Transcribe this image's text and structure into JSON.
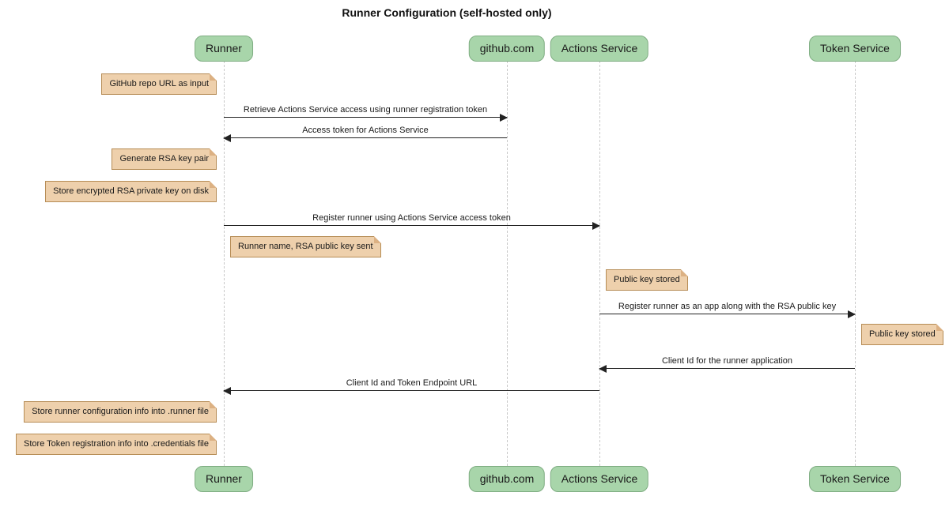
{
  "title": "Runner Configuration (self-hosted only)",
  "participants": [
    {
      "id": "runner",
      "label": "Runner"
    },
    {
      "id": "github",
      "label": "github.com"
    },
    {
      "id": "actions-service",
      "label": "Actions Service"
    },
    {
      "id": "token-service",
      "label": "Token Service"
    }
  ],
  "messages": [
    {
      "from": "Runner",
      "to": "github.com",
      "direction": "right",
      "label": "Retrieve Actions Service access using runner registration token"
    },
    {
      "from": "github.com",
      "to": "Runner",
      "direction": "left",
      "label": "Access token for Actions Service"
    },
    {
      "from": "Runner",
      "to": "Actions Service",
      "direction": "right",
      "label": "Register runner using Actions Service access token"
    },
    {
      "from": "Actions Service",
      "to": "Token Service",
      "direction": "right",
      "label": "Register runner as an app along with the RSA public key"
    },
    {
      "from": "Token Service",
      "to": "Actions Service",
      "direction": "left",
      "label": "Client Id for the runner application"
    },
    {
      "from": "Actions Service",
      "to": "Runner",
      "direction": "left",
      "label": "Client Id and Token Endpoint URL"
    }
  ],
  "notes": [
    {
      "position": "left of Runner",
      "label": "GitHub repo URL as input"
    },
    {
      "position": "left of Runner",
      "label": "Generate RSA key pair"
    },
    {
      "position": "left of Runner",
      "label": "Store encrypted RSA private key on disk"
    },
    {
      "position": "right of Runner",
      "label": "Runner name, RSA public key sent"
    },
    {
      "position": "right of Actions Service",
      "label": "Public key stored"
    },
    {
      "position": "right of Token Service",
      "label": "Public key stored"
    },
    {
      "position": "left of Runner",
      "label": "Store runner configuration info into .runner file"
    },
    {
      "position": "left of Runner",
      "label": "Store Token registration info into .credentials file"
    }
  ],
  "colors": {
    "actor_fill": "#a8d5aa",
    "actor_border": "#7fad82",
    "note_fill": "#eed0ac",
    "note_border": "#b68c55",
    "lifeline": "#c9c9c9",
    "text": "#1a1a1a",
    "arrow": "#222222"
  }
}
